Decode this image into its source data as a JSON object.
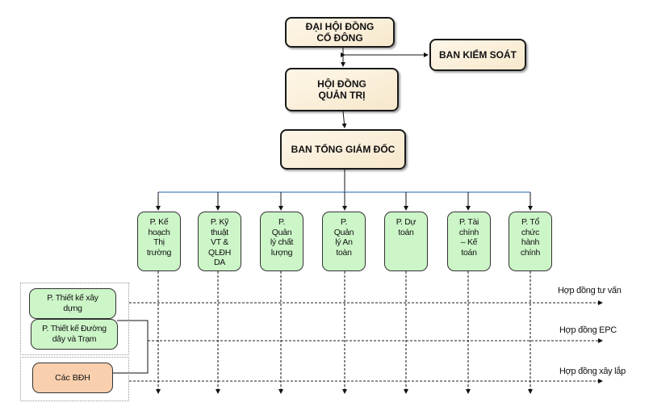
{
  "top_boxes": {
    "dhdcd": "ĐẠI HỘI ĐỒNG\nCỔ ĐÔNG",
    "bks": "BAN KIỂM SOÁT",
    "hdqt": "HỘI ĐỒNG\nQUẢN TRỊ",
    "btgd": "BAN TỔNG GIÁM ĐỐC"
  },
  "departments": [
    {
      "label": "P. Kế\nhoạch\nThị\ntrường"
    },
    {
      "label": "P. Kỹ\nthuật\nVT &\nQLĐH\nDA"
    },
    {
      "label": "P.\nQuản\nlý chất\nlượng"
    },
    {
      "label": "P.\nQuản\nlý An\ntoàn"
    },
    {
      "label": "P. Dự\ntoán"
    },
    {
      "label": "P. Tài\nchính\n– Kế\ntoán"
    },
    {
      "label": "P. Tổ\nchức\nhành\nchính"
    }
  ],
  "side_units": {
    "design_construction": "P. Thiết kế xây\ndựng",
    "design_lines": "P. Thiết kế Đường\ndây và Trạm",
    "bdh": "Các BĐH"
  },
  "contracts": {
    "consulting": "Hợp đồng tư vấn",
    "epc": "Hợp đồng EPC",
    "construction": "Hợp đồng xây lắp"
  },
  "colors": {
    "top_fill": "#f7e8cc",
    "dept_fill": "#ccf5c8",
    "bdh_fill": "#f9cfae",
    "branch_line": "#4f81bd"
  }
}
